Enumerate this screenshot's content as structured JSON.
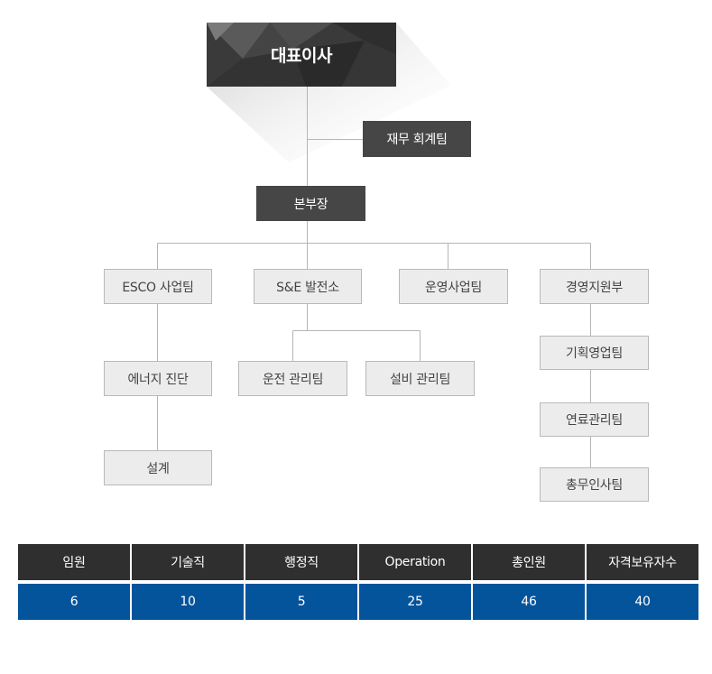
{
  "org": {
    "ceo": "대표이사",
    "finance": "재무 회계팀",
    "headquarters": "본부장",
    "esco": "ESCO 사업팀",
    "se_plant": "S&E 발전소",
    "operations": "운영사업팀",
    "management": "경영지원부",
    "energy_diag": "에너지 진단",
    "design": "설계",
    "run_mgmt": "운전 관리팀",
    "facility_mgmt": "설비 관리팀",
    "planning_sales": "기획영업팀",
    "fuel_mgmt": "연료관리팀",
    "general_hr": "총무인사팀"
  },
  "stats": {
    "headers": [
      "임원",
      "기술직",
      "행정직",
      "Operation",
      "총인원",
      "자격보유자수"
    ],
    "values": [
      "6",
      "10",
      "5",
      "25",
      "46",
      "40"
    ]
  },
  "colors": {
    "dark_box": "#464646",
    "table_header": "#2f2f2f",
    "table_value": "#04549c",
    "line": "#b5b5b5"
  }
}
